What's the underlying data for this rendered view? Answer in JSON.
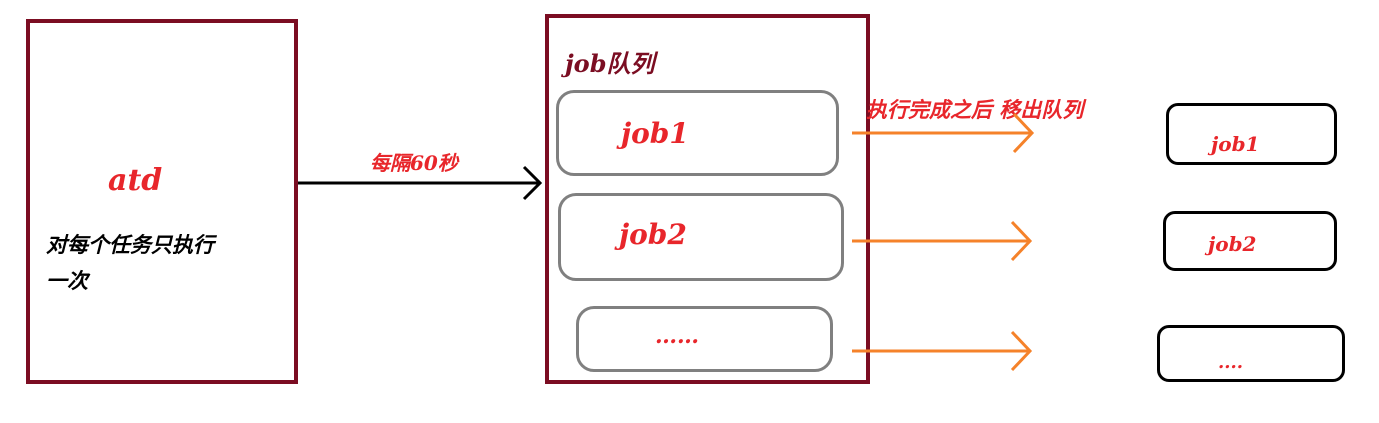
{
  "atd_box": {
    "title": "atd",
    "desc_line1": "对每个任务只执行",
    "desc_line2": "一次"
  },
  "interval_label": "每隔60秒",
  "queue": {
    "title": "job队列",
    "items": [
      "job1",
      "job2",
      "……"
    ]
  },
  "move_out_label": "执行完成之后 移出队列",
  "done_items": [
    "job1",
    "job2",
    "...."
  ],
  "colors": {
    "box_border": "#7b0d22",
    "label_red": "#e8262b",
    "arrow_orange": "#f5822a",
    "queue_item_border": "#808080"
  }
}
